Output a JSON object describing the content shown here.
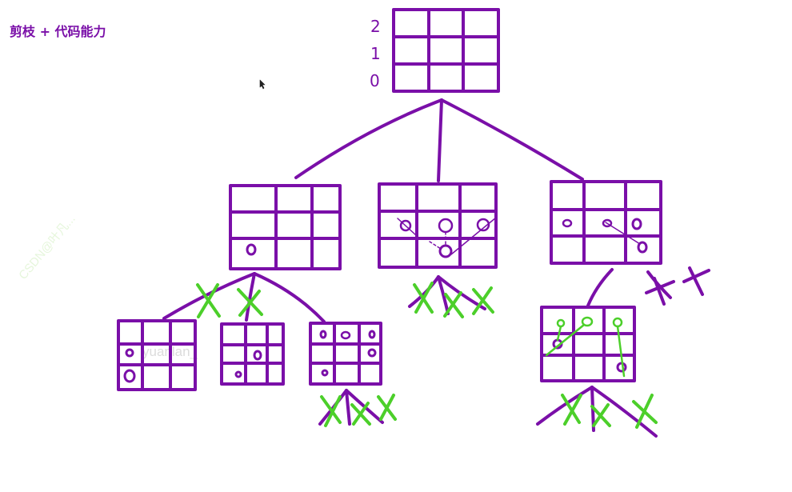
{
  "header": {
    "title": "剪枝 + 代码能力"
  },
  "row_labels": [
    "2",
    "1",
    "0"
  ],
  "watermarks": [
    "yuanlan_",
    "CSDN@叶凡..."
  ],
  "colors": {
    "tree": "#7a0fa8",
    "pruned": "#4ccf2a",
    "move_line": "#7a0fa8",
    "title": "#7a0fa8"
  }
}
